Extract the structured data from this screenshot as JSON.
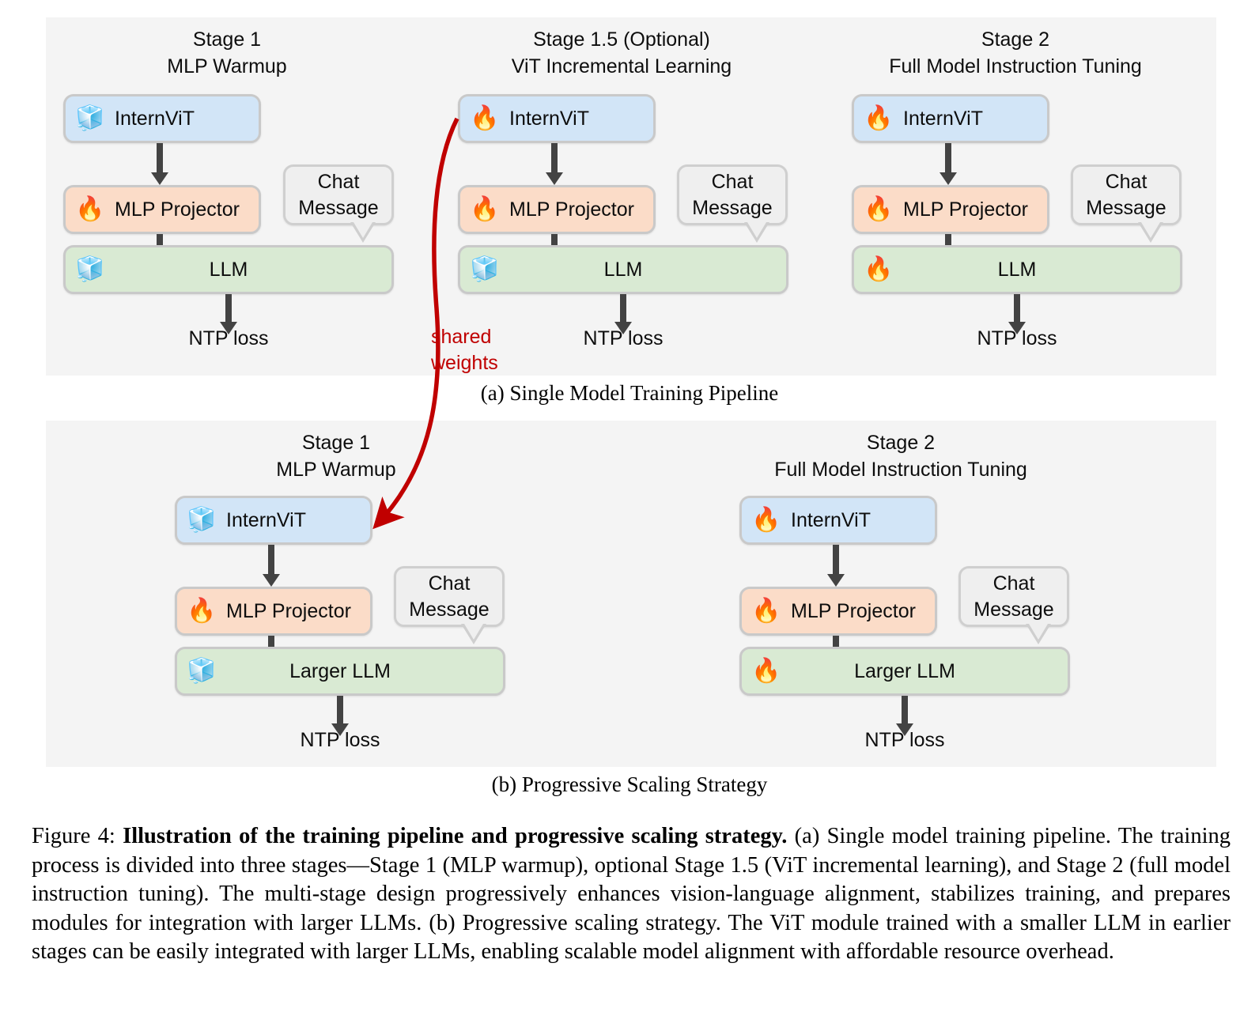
{
  "figure": {
    "caption_prefix": "Figure 4: ",
    "caption_bold": "Illustration of the training pipeline and progressive scaling strategy.",
    "caption_body": " (a) Single model training pipeline. The training process is divided into three stages—Stage 1 (MLP warmup), optional Stage 1.5 (ViT incremental learning), and Stage 2 (full model instruction tuning). The multi-stage design progressively enhances vision-language alignment, stabilizes training, and prepares modules for integration with larger LLMs. (b) Progressive scaling strategy. The ViT module trained with a smaller LLM in earlier stages can be easily integrated with larger LLMs, enabling scalable model alignment with affordable resource overhead."
  },
  "panel_a": {
    "subcaption": "(a) Single Model Training Pipeline",
    "shared_weights": {
      "line1": "shared",
      "line2": "weights",
      "color": "#c00000"
    },
    "stages": [
      {
        "title_line1": "Stage 1",
        "title_line2": "MLP Warmup",
        "vit": {
          "label": "InternViT",
          "icon": "ice-cube-icon",
          "glyph": "🧊",
          "color": "#d2e5f7"
        },
        "mlp": {
          "label": "MLP Projector",
          "icon": "fire-icon",
          "glyph": "🔥",
          "color": "#fbdcc8"
        },
        "llm": {
          "label": "LLM",
          "icon": "ice-cube-icon",
          "glyph": "🧊",
          "color": "#d9ead3"
        },
        "chat": {
          "line1": "Chat",
          "line2": "Message"
        },
        "loss": "NTP loss"
      },
      {
        "title_line1": "Stage 1.5 (Optional)",
        "title_line2": "ViT Incremental Learning",
        "vit": {
          "label": "InternViT",
          "icon": "fire-icon",
          "glyph": "🔥",
          "color": "#d2e5f7"
        },
        "mlp": {
          "label": "MLP Projector",
          "icon": "fire-icon",
          "glyph": "🔥",
          "color": "#fbdcc8"
        },
        "llm": {
          "label": "LLM",
          "icon": "ice-cube-icon",
          "glyph": "🧊",
          "color": "#d9ead3"
        },
        "chat": {
          "line1": "Chat",
          "line2": "Message"
        },
        "loss": "NTP loss"
      },
      {
        "title_line1": "Stage 2",
        "title_line2": "Full Model Instruction Tuning",
        "vit": {
          "label": "InternViT",
          "icon": "fire-icon",
          "glyph": "🔥",
          "color": "#d2e5f7"
        },
        "mlp": {
          "label": "MLP Projector",
          "icon": "fire-icon",
          "glyph": "🔥",
          "color": "#fbdcc8"
        },
        "llm": {
          "label": "LLM",
          "icon": "fire-icon",
          "glyph": "🔥",
          "color": "#d9ead3"
        },
        "chat": {
          "line1": "Chat",
          "line2": "Message"
        },
        "loss": "NTP loss"
      }
    ]
  },
  "panel_b": {
    "subcaption": "(b) Progressive Scaling Strategy",
    "stages": [
      {
        "title_line1": "Stage 1",
        "title_line2": "MLP Warmup",
        "vit": {
          "label": "InternViT",
          "icon": "ice-cube-icon",
          "glyph": "🧊",
          "color": "#d2e5f7"
        },
        "mlp": {
          "label": "MLP Projector",
          "icon": "fire-icon",
          "glyph": "🔥",
          "color": "#fbdcc8"
        },
        "llm": {
          "label": "Larger LLM",
          "icon": "ice-cube-icon",
          "glyph": "🧊",
          "color": "#d9ead3"
        },
        "chat": {
          "line1": "Chat",
          "line2": "Message"
        },
        "loss": "NTP loss"
      },
      {
        "title_line1": "Stage 2",
        "title_line2": "Full Model Instruction Tuning",
        "vit": {
          "label": "InternViT",
          "icon": "fire-icon",
          "glyph": "🔥",
          "color": "#d2e5f7"
        },
        "mlp": {
          "label": "MLP Projector",
          "icon": "fire-icon",
          "glyph": "🔥",
          "color": "#fbdcc8"
        },
        "llm": {
          "label": "Larger LLM",
          "icon": "fire-icon",
          "glyph": "🔥",
          "color": "#d9ead3"
        },
        "chat": {
          "line1": "Chat",
          "line2": "Message"
        },
        "loss": "NTP loss"
      }
    ]
  }
}
